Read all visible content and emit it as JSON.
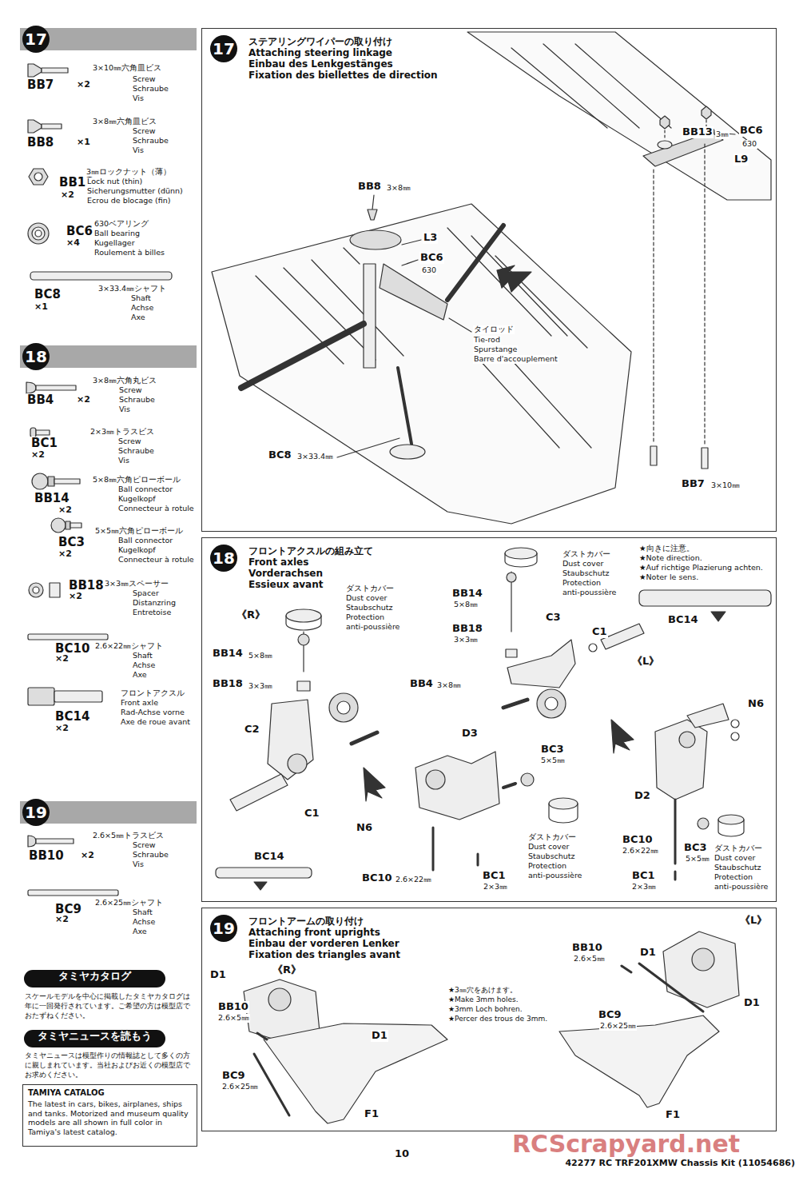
{
  "diagram": {
    "nodes": [
      {
        "text": [
          "17"
        ]
      },
      {
        "text": [
          "17",
          "ステアリングワイパーの取り付け",
          "Attaching steering linkage",
          "Einbau des Lenkgestänges",
          "Fixation des biellettes de direction"
        ]
      },
      {
        "text": [
          "18"
        ]
      },
      {
        "text": [
          "18",
          "フロントアクスルの組み立て",
          "Front axles",
          "Vorderachsen",
          "Essieux avant"
        ]
      },
      {
        "text": [
          "19"
        ]
      },
      {
        "text": [
          "19",
          "フロントアームの取り付け",
          "Attaching front uprights",
          "Einbau der vorderen Lenker",
          "Fixation des triangles avant"
        ]
      },
      {
        "text": [
          "タミヤカタログ"
        ]
      },
      {
        "text": [
          "タミヤニュースを読もう"
        ]
      },
      {
        "text": [
          "TAMIYA CATALOG",
          "The latest in cars, bikes, airplanes, ships and tanks. Motorized and museum quality models are all shown in full color in Tamiya's latest catalog."
        ]
      }
    ],
    "labels": [
      "BB7",
      "×2",
      "3×10㎜六角皿ビス",
      "Screw",
      "Schraube",
      "Vis",
      "BB8",
      "×1",
      "3×8㎜六角皿ビス",
      "Screw",
      "Schraube",
      "Vis",
      "BB13",
      "×2",
      "3㎜ロックナット（薄）",
      "Lock nut (thin)",
      "Sicherungsmutter (dünn)",
      "Ecrou de blocage (fin)",
      "BC6",
      "×4",
      "630ベアリング",
      "Ball bearing",
      "Kugellager",
      "Roulement à billes",
      "BC8",
      "×1",
      "3×33.4㎜シャフト",
      "Shaft",
      "Achse",
      "Axe",
      "BB13",
      "3㎜",
      "BC6",
      "630",
      "L9",
      "BB8",
      "3×8㎜",
      "L3",
      "BC6",
      "630",
      "タイロッド",
      "Tie-rod",
      "Spurstange",
      "Barre d'accouplement",
      "BB7",
      "3×10㎜",
      "BC8",
      "3×33.4㎜",
      "BB4",
      "×2",
      "3×8㎜六角丸ビス",
      "Screw",
      "Schraube",
      "Vis",
      "BC1",
      "×2",
      "2×3㎜トラスビス",
      "Screw",
      "Schraube",
      "Vis",
      "BB14",
      "×2",
      "5×8㎜六角ピローボール",
      "Ball connector",
      "Kugelkopf",
      "Connecteur à rotule",
      "BC3",
      "×2",
      "5×5㎜六角ピローボール",
      "Ball connector",
      "Kugelkopf",
      "Connecteur à rotule",
      "BB18",
      "×2",
      "3×3㎜スペーサー",
      "Spacer",
      "Distanzring",
      "Entretoise",
      "BC10",
      "×2",
      "2.6×22㎜シャフト",
      "Shaft",
      "Achse",
      "Axe",
      "BC14",
      "×2",
      "フロントアクスル",
      "Front axle",
      "Rad-Achse vorne",
      "Axe de roue avant",
      "ダストカバー",
      "Dust cover",
      "Staubschutz",
      "Protection",
      "anti-poussière",
      "《R》",
      "BB14",
      "5×8㎜",
      "BB18",
      "3×3㎜",
      "C2",
      "C1",
      "BC14",
      "BB4",
      "3×8㎜",
      "D3",
      "BC3",
      "5×5㎜",
      "N6",
      "BC10",
      "2.6×22㎜",
      "BC1",
      "2×3㎜",
      "ダストカバー",
      "Dust cover",
      "Staubschutz",
      "Protection",
      "anti-poussière",
      "ダストカバー",
      "Dust cover",
      "Staubschutz",
      "Protection",
      "anti-poussière",
      "BB14",
      "5×8㎜",
      "BB18",
      "3×3㎜",
      "C3",
      "C1",
      "★向きに注意。",
      "★Note direction.",
      "★Auf richtige Plazierung achten.",
      "★Noter le sens.",
      "BC14",
      "《L》",
      "N6",
      "D2",
      "BC3",
      "5×5㎜",
      "BC10",
      "2.6×22㎜",
      "BC1",
      "2×3㎜",
      "ダストカバー",
      "Dust cover",
      "Staubschutz",
      "Protection",
      "anti-poussière",
      "BB10",
      "×2",
      "2.6×5㎜トラスビス",
      "Screw",
      "Schraube",
      "Vis",
      "BC9",
      "×2",
      "2.6×25㎜シャフト",
      "Shaft",
      "Achse",
      "Axe",
      "D1",
      "《R》",
      "BB10",
      "2.6×5㎜",
      "D1",
      "BC9",
      "2.6×25㎜",
      "★3㎜穴をあけます。",
      "★Make 3mm holes.",
      "★3mm Loch bohren.",
      "★Percer des trous de 3mm.",
      "F1",
      "《L》",
      "BB10",
      "2.6×5㎜",
      "D1",
      "BC9",
      "2.6×25㎜",
      "D1",
      "F1",
      "スケールモデルを中心に掲載したタミヤカタログは年に一回発行されています。ご希望の方は模型店でおたずねください。",
      "タミヤニュースは模型作りの情報誌として多くの方に親しまれています。当社およびお近くの模型店でお求めください。",
      "10",
      "42277 RC TRF201XMW Chassis Kit (11054686)",
      "RCScrapyard.net"
    ]
  }
}
